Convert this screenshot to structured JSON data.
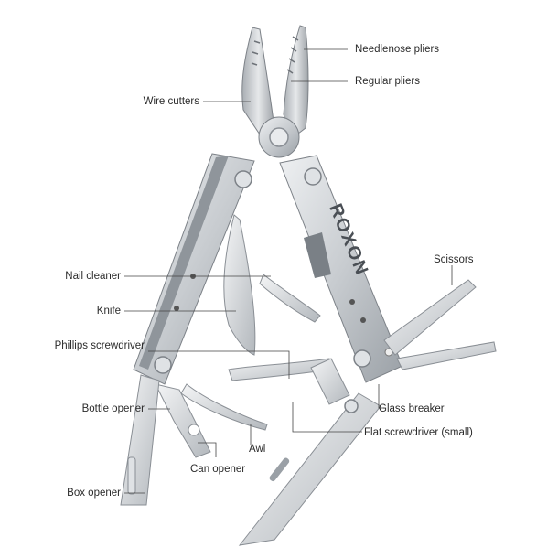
{
  "brand": "ROXON",
  "labels": {
    "needlenose_pliers": "Needlenose pliers",
    "regular_pliers": "Regular pliers",
    "wire_cutters": "Wire cutters",
    "scissors": "Scissors",
    "nail_cleaner": "Nail cleaner",
    "knife": "Knife",
    "phillips_screwdriver": "Phillips screwdriver",
    "glass_breaker": "Glass breaker",
    "bottle_opener": "Bottle opener",
    "flat_screwdriver_small": "Flat screwdriver (small)",
    "awl": "Awl",
    "can_opener": "Can opener",
    "box_opener": "Box opener"
  },
  "colors": {
    "steel_light": "#d9dcdf",
    "steel_mid": "#b9bdc2",
    "steel_dark": "#8a8f95",
    "leader_line": "#444444",
    "text": "#2b2b2b"
  }
}
